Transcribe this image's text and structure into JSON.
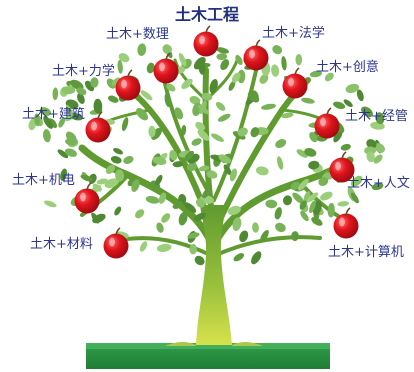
{
  "title": "土木工程",
  "branches": [
    {
      "id": "math",
      "label": "土木+数理"
    },
    {
      "id": "law",
      "label": "土木+法学"
    },
    {
      "id": "mechanics",
      "label": "土木+力学"
    },
    {
      "id": "creativity",
      "label": "土木+创意"
    },
    {
      "id": "architecture",
      "label": "土木+建筑"
    },
    {
      "id": "management",
      "label": "土木+经管"
    },
    {
      "id": "electromech",
      "label": "土木+机电"
    },
    {
      "id": "humanities",
      "label": "土木+人文"
    },
    {
      "id": "materials",
      "label": "土木+材料"
    },
    {
      "id": "computer",
      "label": "土木+计算机"
    }
  ],
  "colors": {
    "label_text": "#2c3590",
    "apple_red": "#d8131b",
    "leaf_green": "#6fa84a",
    "trunk_top": "#5f9b2f",
    "trunk_bottom": "#d7e24c",
    "grass": "#2f9f4a"
  },
  "icons": [
    "apple-icon",
    "leaf-icon"
  ]
}
